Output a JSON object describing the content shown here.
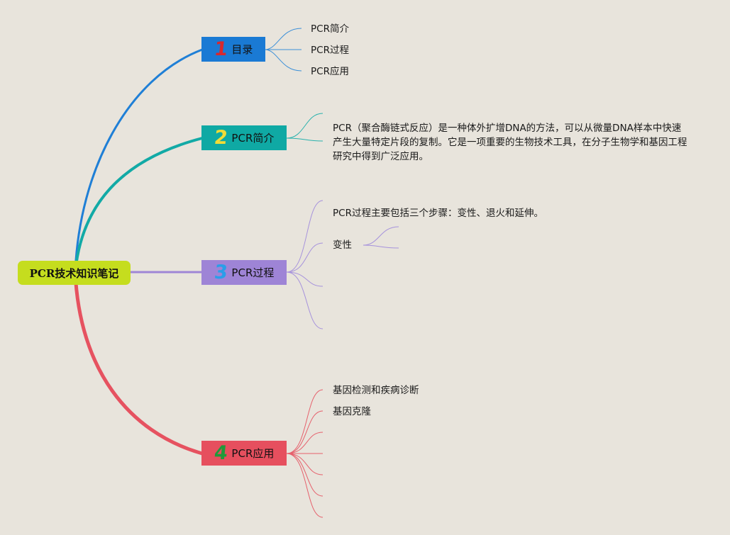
{
  "root": {
    "label": "PCR技术知识笔记",
    "color": "#c5dd1e"
  },
  "branches": [
    {
      "number": "1",
      "label": "目录",
      "color": "#1f7fd6",
      "box_color": "#1a7ad4",
      "num_color": "#d8282e",
      "children": [
        "PCR简介",
        "PCR过程",
        "PCR应用"
      ]
    },
    {
      "number": "2",
      "label": "PCR简介",
      "color": "#12aaa6",
      "box_color": "#0fa9a4",
      "num_color": "#f2dc36",
      "children": [
        "PCR（聚合酶链式反应）是一种体外扩增DNA的方法，可以从微量DNA样本中快速产生大量特定片段的复制。它是一项重要的生物技术工具，在分子生物学和基因工程研究中得到广泛应用。"
      ]
    },
    {
      "number": "3",
      "label": "PCR过程",
      "color": "#9f86d6",
      "box_color": "#9e84d6",
      "num_color": "#2a9ee8",
      "children": [
        "PCR过程主要包括三个步骤：变性、退火和延伸。",
        "变性",
        "",
        "",
        ""
      ]
    },
    {
      "number": "4",
      "label": "PCR应用",
      "color": "#e65260",
      "box_color": "#e64f5e",
      "num_color": "#1f9a3a",
      "children": [
        "基因检测和疾病诊断",
        "基因克隆",
        "",
        "",
        "",
        "",
        ""
      ]
    }
  ]
}
